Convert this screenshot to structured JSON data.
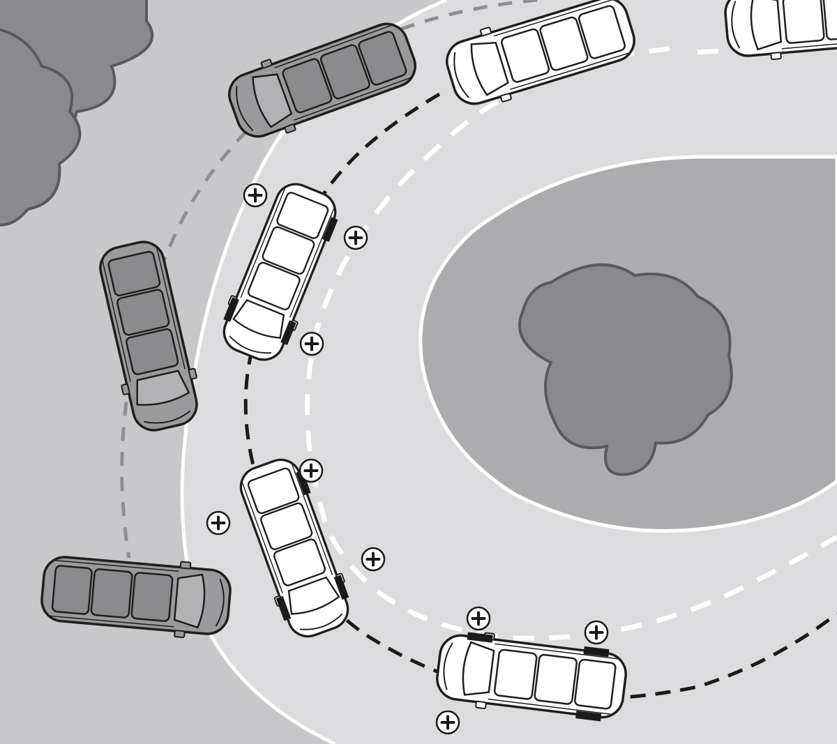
{
  "colors": {
    "background": "#c8c8ca",
    "road": "#dcdcde",
    "island": "#acacaf",
    "shrub_fill": "#8a8a8d",
    "shrub_stroke": "#5a5a5c",
    "edge_line": "#ffffff",
    "lane_dash": "#ffffff",
    "path_main": "#1a1a1a",
    "path_ghost": "#8f8f92",
    "car_white": "#ffffff",
    "car_grey": "#9a9a9d",
    "outline": "#1e1e1e",
    "wheel_load": "#1a1a1a"
  },
  "icons": {
    "marker": "plus-circle-icon",
    "shrub": "shrub-icon",
    "car": "car-topview-icon"
  },
  "legend": {
    "active_vehicle": "white",
    "trajectory_without_control": "grey"
  },
  "cars": [
    {
      "id": "white-top",
      "variant": "white",
      "loaded_wheels": []
    },
    {
      "id": "white-1",
      "variant": "white",
      "loaded_wheels": [
        "front-left",
        "front-right",
        "rear-right"
      ]
    },
    {
      "id": "white-2",
      "variant": "white",
      "loaded_wheels": [
        "front-left",
        "front-right",
        "rear-right"
      ]
    },
    {
      "id": "white-3",
      "variant": "white",
      "loaded_wheels": [
        "front-left",
        "rear-left",
        "rear-right"
      ]
    },
    {
      "id": "grey-1",
      "variant": "grey",
      "loaded_wheels": []
    },
    {
      "id": "grey-2",
      "variant": "grey",
      "loaded_wheels": []
    },
    {
      "id": "grey-3",
      "variant": "grey",
      "loaded_wheels": []
    },
    {
      "id": "white-corner",
      "variant": "white",
      "loaded_wheels": []
    }
  ],
  "markers": {
    "symbol": "+",
    "count": 9
  }
}
